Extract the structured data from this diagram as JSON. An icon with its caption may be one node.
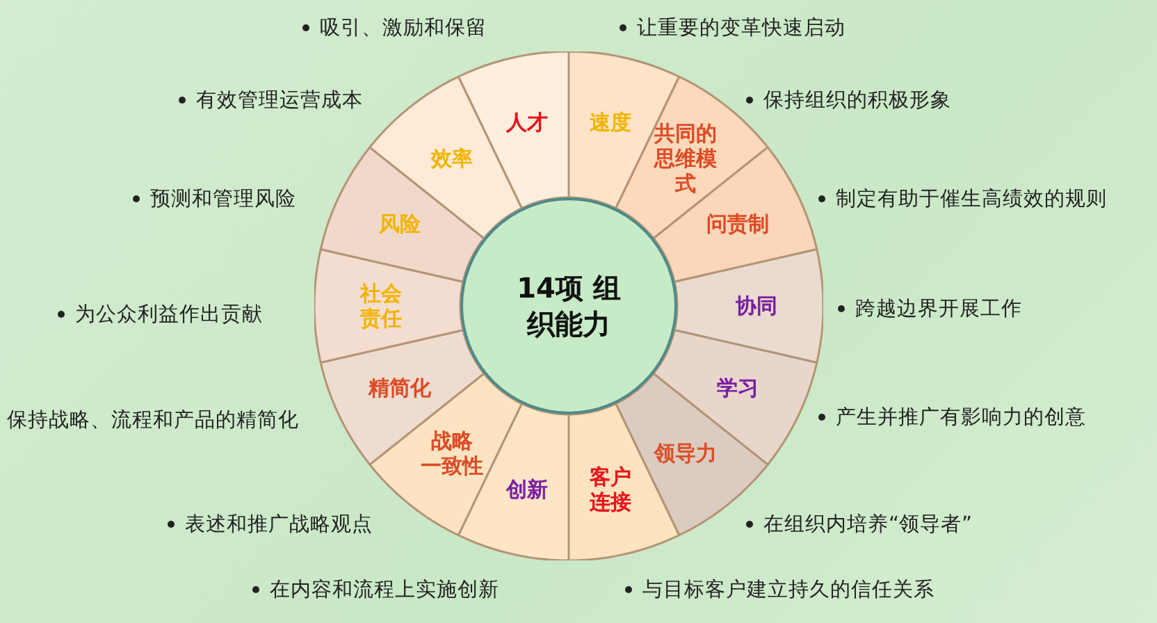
{
  "diagram": {
    "nodes": [
      {
        "text": [
          "14项 组织能力"
        ]
      },
      {
        "text": [
          "人才"
        ],
        "beside": [
          "吸引、激励和保留"
        ]
      },
      {
        "text": [
          "速度"
        ],
        "beside": [
          "让重要的变革快速启动"
        ]
      },
      {
        "text": [
          "共同的思维模式"
        ],
        "beside": [
          "保持组织的积极形象"
        ]
      },
      {
        "text": [
          "问责制"
        ],
        "beside": [
          "制定有助于催生高绩效的规则"
        ]
      },
      {
        "text": [
          "协同"
        ],
        "beside": [
          "跨越边界开展工作"
        ]
      },
      {
        "text": [
          "学习"
        ],
        "beside": [
          "产生并推广有影响力的创意"
        ]
      },
      {
        "text": [
          "领导力"
        ],
        "beside": [
          "在组织内培养“领导者”"
        ]
      },
      {
        "text": [
          "客户连接"
        ],
        "beside": [
          "与目标客户建立持久的信任关系"
        ]
      },
      {
        "text": [
          "创新"
        ],
        "beside": [
          "在内容和流程上实施创新"
        ]
      },
      {
        "text": [
          "战略一致性"
        ],
        "beside": [
          "表述和推广战略观点"
        ]
      },
      {
        "text": [
          "精简化"
        ],
        "beside": [
          "保持战略、流程和产品的精简化"
        ]
      },
      {
        "text": [
          "社会责任"
        ],
        "beside": [
          "为公众利益作出贡献"
        ]
      },
      {
        "text": [
          "风险"
        ],
        "beside": [
          "预测和管理风险"
        ]
      },
      {
        "text": [
          "效率"
        ],
        "beside": [
          "有效管理运营成本"
        ]
      }
    ]
  }
}
